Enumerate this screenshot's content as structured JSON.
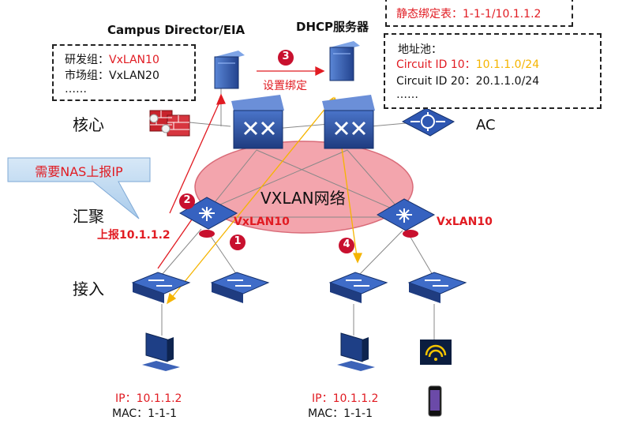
{
  "header": {
    "campus_director": "Campus Director/EIA",
    "dhcp_server": "DHCP服务器"
  },
  "static_binding_box": {
    "label": "静态绑定表：1-1-1/10.1.1.2"
  },
  "group_box": {
    "line1_label": "研发组：",
    "line1_value": "VxLAN10",
    "line2": "市场组：VxLAN20",
    "line3": "……"
  },
  "pool_box": {
    "title": "地址池：",
    "line1_label": "Circuit ID 10：",
    "line1_value": "10.1.1.0/24",
    "line2": "Circuit ID 20：20.1.1.0/24",
    "line3": "……"
  },
  "layers": {
    "core": "核心",
    "aggregation": "汇聚",
    "access": "接入"
  },
  "ac_label": "AC",
  "vxlan_network": "VXLAN网络",
  "callout": "需要NAS上报IP",
  "set_binding": "设置绑定",
  "report_label": "上报10.1.1.2",
  "vxlan_left": "VxLAN10",
  "vxlan_right": "VxLAN10",
  "steps": [
    "1",
    "2",
    "3",
    "4"
  ],
  "host_left": {
    "ip": "IP：10.1.1.2",
    "mac": "MAC：1-1-1"
  },
  "host_right": {
    "ip": "IP：10.1.1.2",
    "mac": "MAC：1-1-1"
  },
  "colors": {
    "accent_red": "#e11b22",
    "accent_yellow": "#f5b400",
    "device_blue": "#2b4e9f",
    "ellipse_fill": "#f3a5ad",
    "callout_fill": "#b8d6f0"
  }
}
